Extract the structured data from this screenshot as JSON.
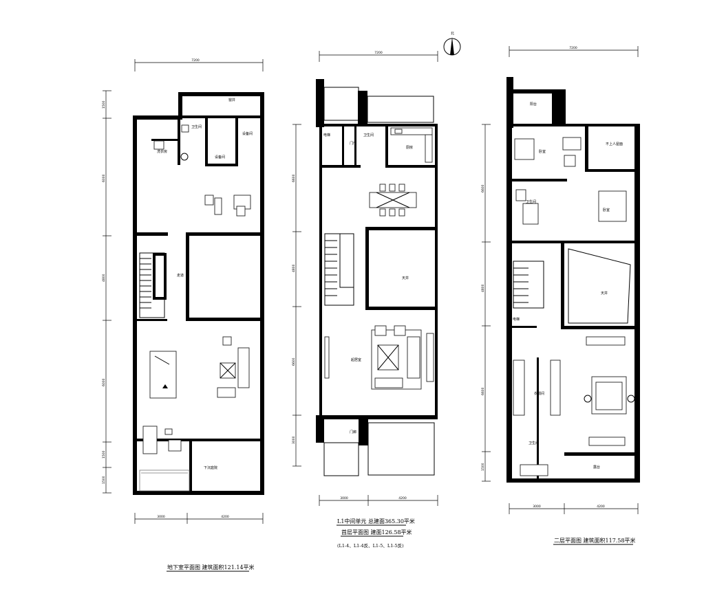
{
  "plans": {
    "basement": {
      "dims": {
        "top": "7200",
        "bottom": [
          "3000",
          "4200"
        ],
        "left": [
          "1500",
          "6000",
          "4800",
          "6000",
          "1500",
          "1500"
        ]
      },
      "rooms": {
        "stair_well": "窗井",
        "bathroom": "卫生间",
        "storage1": "设备间",
        "storage2": "设备间",
        "laundry": "洗衣房",
        "corridor": "走道",
        "sunken_garden": "下沉庭院"
      },
      "caption": "地下室平面图  建筑面积121.14平米"
    },
    "ground": {
      "dims": {
        "top": "7200",
        "bottom": [
          "3000",
          "4200"
        ],
        "left": [
          "6600",
          "4800",
          "6600",
          "3000"
        ]
      },
      "rooms": {
        "elevator": "电梯",
        "bathroom": "卫生间",
        "entry": "门厅",
        "kitchen": "厨房",
        "atrium": "天井",
        "living": "起居室",
        "porch": "门廊"
      },
      "caption_lines": [
        "L1中间单元  总建面365.30平米",
        "首层平面图  建面126.58平米",
        "(L1-4、L1-4反、L1-5、L1-5反)"
      ]
    },
    "second": {
      "dims": {
        "top": "7200",
        "bottom": [
          "3000",
          "4200"
        ],
        "left": [
          "6600",
          "4800",
          "6600",
          "1500"
        ]
      },
      "rooms": {
        "balcony_top": "阳台",
        "bedroom1": "卧室",
        "no_access_roof": "不上人屋面",
        "bathroom1": "卫生间",
        "bedroom2": "卧室",
        "atrium": "天井",
        "elevator": "电梯",
        "closet": "衣帽间",
        "bathroom2": "卫生间",
        "balcony_bottom": "露台"
      },
      "caption": "二层平面图  建筑面积117.58平米"
    },
    "north_label": "北"
  }
}
